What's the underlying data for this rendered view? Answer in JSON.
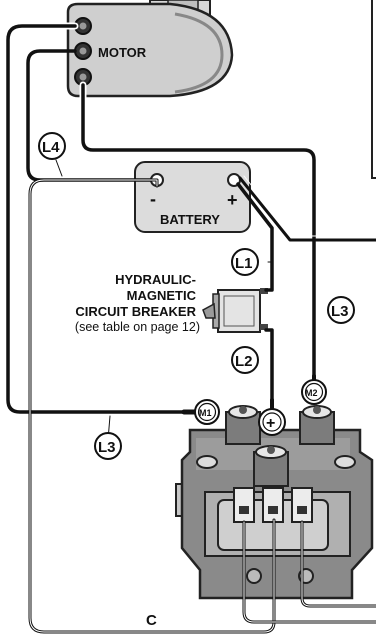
{
  "components": {
    "motor": "MOTOR",
    "battery": "BATTERY",
    "battery_neg": "-",
    "battery_pos": "+",
    "breaker_title_1": "HYDRAULIC-",
    "breaker_title_2": "MAGNETIC",
    "breaker_title_3": "CIRCUIT BREAKER",
    "breaker_note": "(see table on page 12)"
  },
  "callouts": {
    "L1": "L1",
    "L2": "L2",
    "L3_right": "L3",
    "L3_left": "L3",
    "L4": "L4",
    "M1": "M1",
    "M2": "M2",
    "plus": "+",
    "C": "C"
  }
}
